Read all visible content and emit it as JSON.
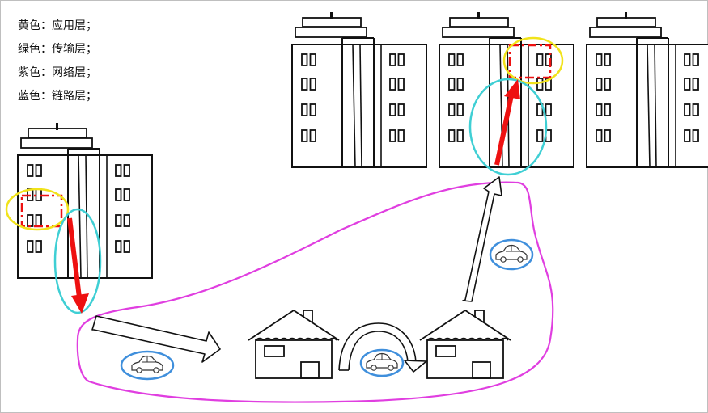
{
  "legend": {
    "items": [
      {
        "text": "黄色：应用层；",
        "color": "#f1e31a",
        "layer": "application"
      },
      {
        "text": "绿色：传输层；",
        "color": "#3fcfd4",
        "layer": "transport"
      },
      {
        "text": "紫色：网络层；",
        "color": "#e03ee0",
        "layer": "network"
      },
      {
        "text": "蓝色：链路层；",
        "color": "#3f8fdc",
        "layer": "link"
      }
    ]
  },
  "colors": {
    "application": "#f1e31a",
    "transport": "#3fcfd4",
    "network": "#e03ee0",
    "link": "#3f8fdc",
    "data_flow": "#ee1111",
    "line": "#111111"
  },
  "icons": {
    "building": "office-building-icon",
    "house": "house-icon",
    "car": "car-icon"
  }
}
